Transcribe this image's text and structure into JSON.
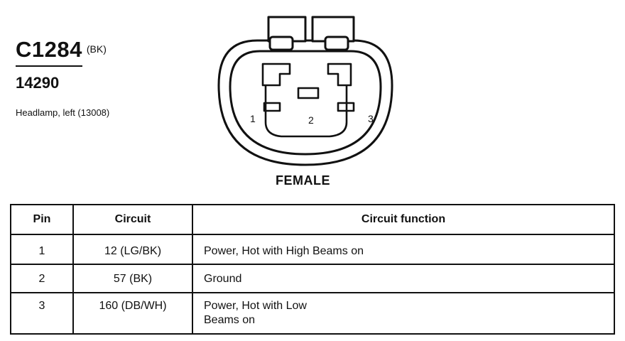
{
  "connector": {
    "id": "C1284",
    "color_code": "(BK)",
    "part_number": "14290",
    "description": "Headlamp, left (13008)"
  },
  "diagram": {
    "gender": "FEMALE",
    "pin_labels": [
      "1",
      "2",
      "3"
    ]
  },
  "table": {
    "headers": [
      "Pin",
      "Circuit",
      "Circuit function"
    ],
    "rows": [
      {
        "pin": "1",
        "circuit": "12 (LG/BK)",
        "function": "Power, Hot with High Beams on"
      },
      {
        "pin": "2",
        "circuit": "57 (BK)",
        "function": "Ground"
      },
      {
        "pin": "3",
        "circuit": "160 (DB/WH)",
        "function": "Power, Hot with Low\nBeams on"
      }
    ]
  }
}
